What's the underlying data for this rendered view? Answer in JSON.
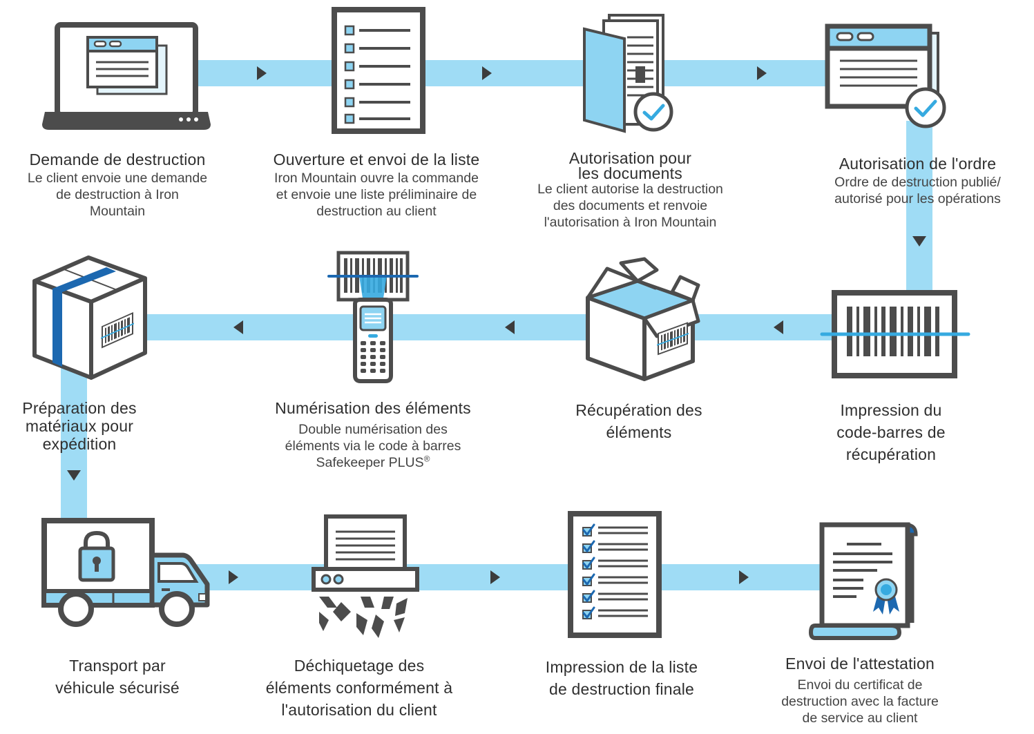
{
  "colors": {
    "connector": "#9fdcf5",
    "arrow": "#3c3c3c",
    "outline": "#4c4c4c",
    "accent_light": "#8ed4f2",
    "accent_mid": "#36aae0",
    "accent_dark": "#1c68b0"
  },
  "steps": [
    {
      "id": "demande",
      "icon": "laptop-form-icon",
      "title_lines": [
        "Demande de destruction"
      ],
      "desc_lines": [
        "Le client envoie une demande",
        "de destruction à Iron",
        "Mountain"
      ]
    },
    {
      "id": "ouverture",
      "icon": "checklist-document-icon",
      "title_lines": [
        "Ouverture et envoi de la liste"
      ],
      "desc_lines": [
        "Iron Mountain ouvre la commande",
        "et envoie une liste préliminaire de",
        "destruction au client"
      ]
    },
    {
      "id": "autorisation-documents",
      "icon": "folder-approval-icon",
      "title_lines": [
        "Autorisation pour",
        "les documents"
      ],
      "desc_lines": [
        "Le client autorise la destruction",
        "des documents et renvoie",
        "l'autorisation à Iron Mountain"
      ]
    },
    {
      "id": "autorisation-ordre",
      "icon": "window-approval-icon",
      "title_lines": [
        "Autorisation de l'ordre"
      ],
      "desc_lines": [
        "Ordre de destruction publié/",
        "autorisé pour les opérations"
      ]
    },
    {
      "id": "impression-code-barres",
      "icon": "barcode-label-icon",
      "title_lines": [
        "Impression du",
        "code-barres de",
        "récupération"
      ],
      "desc_lines": []
    },
    {
      "id": "recuperation",
      "icon": "open-box-icon",
      "title_lines": [
        "Récupération des",
        "éléments"
      ],
      "desc_lines": []
    },
    {
      "id": "numerisation",
      "icon": "barcode-scanner-icon",
      "title_lines": [
        "Numérisation des éléments"
      ],
      "desc_lines": [
        "Double numérisation des",
        "éléments via le code à barres"
      ],
      "desc_last_line": "Safekeeper PLUS",
      "desc_last_mark": "®"
    },
    {
      "id": "preparation",
      "icon": "sealed-box-icon",
      "title_lines": [
        "Préparation des",
        "matériaux pour",
        "expédition"
      ],
      "desc_lines": []
    },
    {
      "id": "transport",
      "icon": "secure-truck-icon",
      "title_lines": [
        "Transport par",
        "véhicule sécurisé"
      ],
      "desc_lines": []
    },
    {
      "id": "dechiquetage",
      "icon": "shredder-icon",
      "title_lines": [
        "Déchiquetage des",
        "éléments conformément à",
        "l'autorisation du client"
      ],
      "desc_lines": []
    },
    {
      "id": "impression-liste",
      "icon": "checked-list-icon",
      "title_lines": [
        "Impression de la liste",
        "de destruction finale"
      ],
      "desc_lines": []
    },
    {
      "id": "attestation",
      "icon": "certificate-icon",
      "title_lines": [
        "Envoi de l'attestation"
      ],
      "desc_lines": [
        "Envoi du certificat de",
        "destruction avec la facture",
        "de service au client"
      ]
    }
  ]
}
